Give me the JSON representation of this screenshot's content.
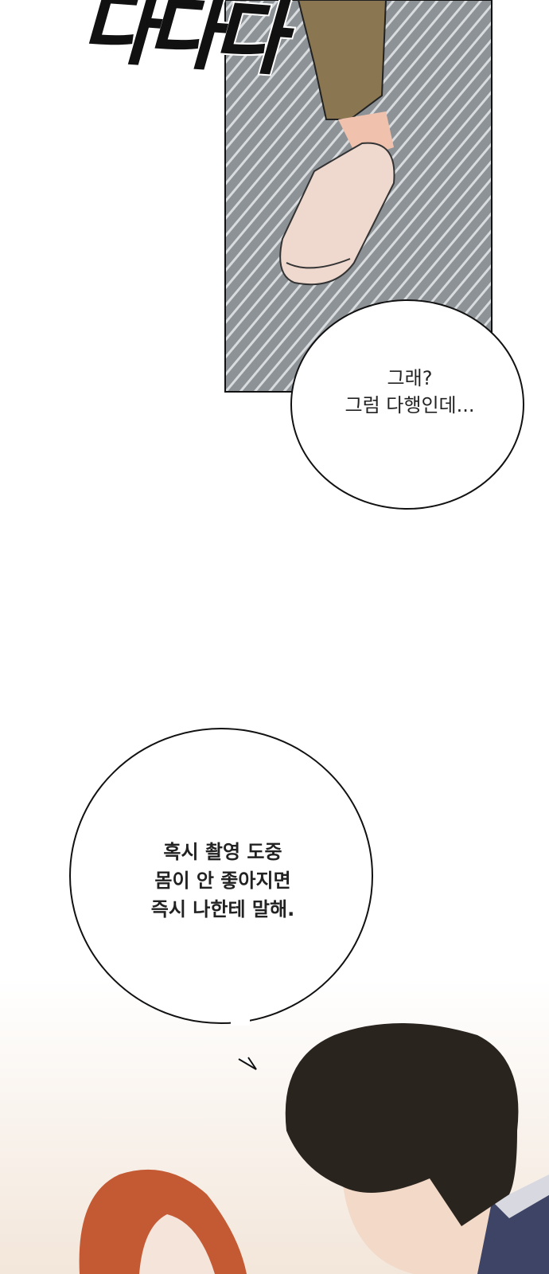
{
  "sfx": {
    "text": "다다다"
  },
  "bubbles": [
    {
      "lines": [
        "그래?",
        "그럼 다행인데..."
      ]
    },
    {
      "lines": [
        "혹시 촬영 도중",
        "몸이 안 좋아지면",
        "즉시 나한테 말해."
      ]
    }
  ],
  "colors": {
    "panel_gray": "#8d9296",
    "pants": "#8a7650",
    "shoe": "#efd9cf",
    "male_hair": "#2a241f",
    "female_hair": "#c45a34",
    "jacket": "#3d4466"
  }
}
